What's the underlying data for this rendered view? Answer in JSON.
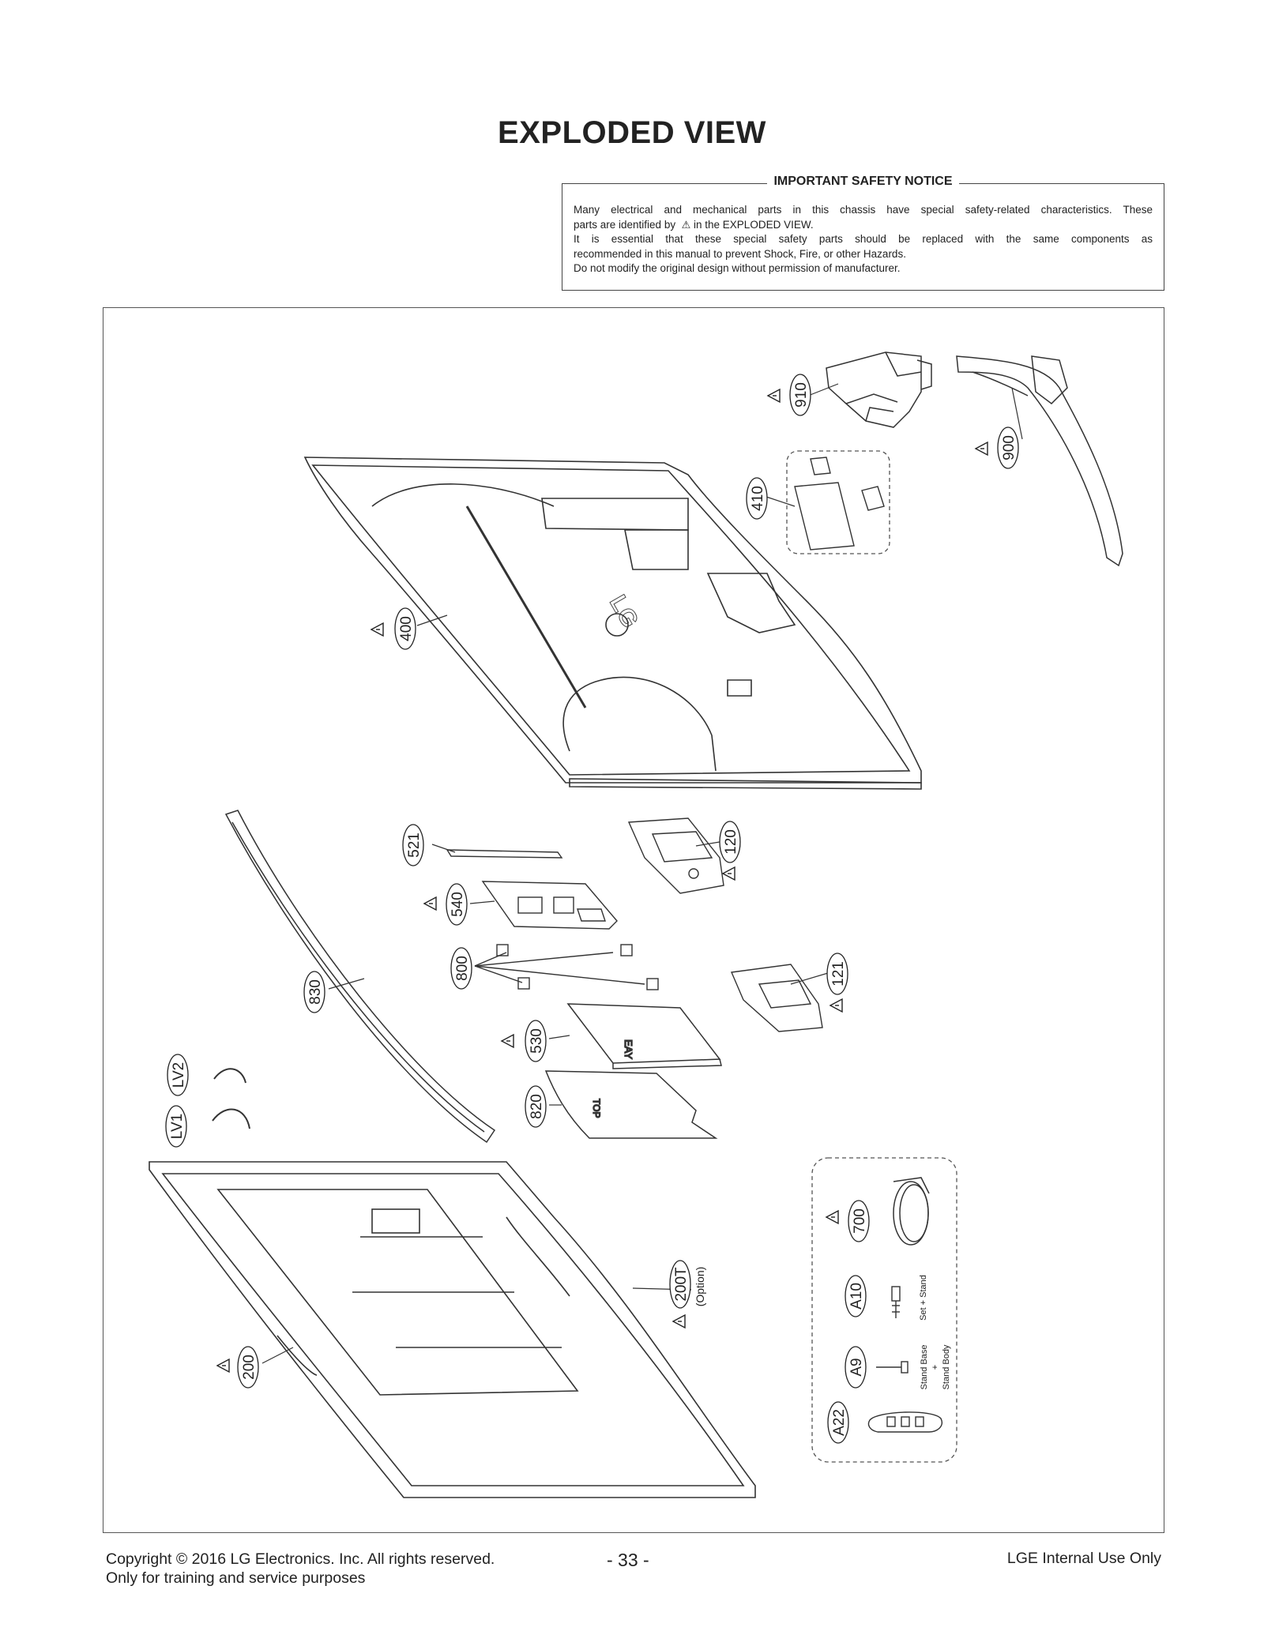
{
  "page_title": "EXPLODED VIEW",
  "notice": {
    "heading": "IMPORTANT SAFETY NOTICE",
    "line1": "Many electrical and mechanical parts in this chassis have special safety-related characteristics. These",
    "line2_pre": "parts are identified by",
    "line2_post": "in the EXPLODED VIEW.",
    "line3": "It is essential that these special safety parts should be replaced with the same components as",
    "line4": "recommended in this manual to prevent Shock, Fire, or other Hazards.",
    "line5": "Do not modify the original design without permission of manufacturer."
  },
  "parts": {
    "p910": "910",
    "p900": "900",
    "p410": "410",
    "p400": "400",
    "p521": "521",
    "p120": "120",
    "p540": "540",
    "p800": "800",
    "p121": "121",
    "p830": "830",
    "p530": "530",
    "pLV2": "LV2",
    "pLV1": "LV1",
    "p820": "820",
    "p700": "700",
    "pA10": "A10",
    "pA9": "A9",
    "pA22": "A22",
    "p200T": "200T",
    "p200T_note": "(Option)",
    "p200": "200",
    "a10_note": "Set + Stand",
    "a9_note1": "Stand Base",
    "a9_note2": "+",
    "a9_note3": "Stand Body"
  },
  "footer": {
    "copyright": "Copyright  © 2016 LG Electronics. Inc. All rights reserved.",
    "training": "Only for training and service purposes",
    "page_number": "- 33 -",
    "internal": "LGE Internal Use Only"
  }
}
